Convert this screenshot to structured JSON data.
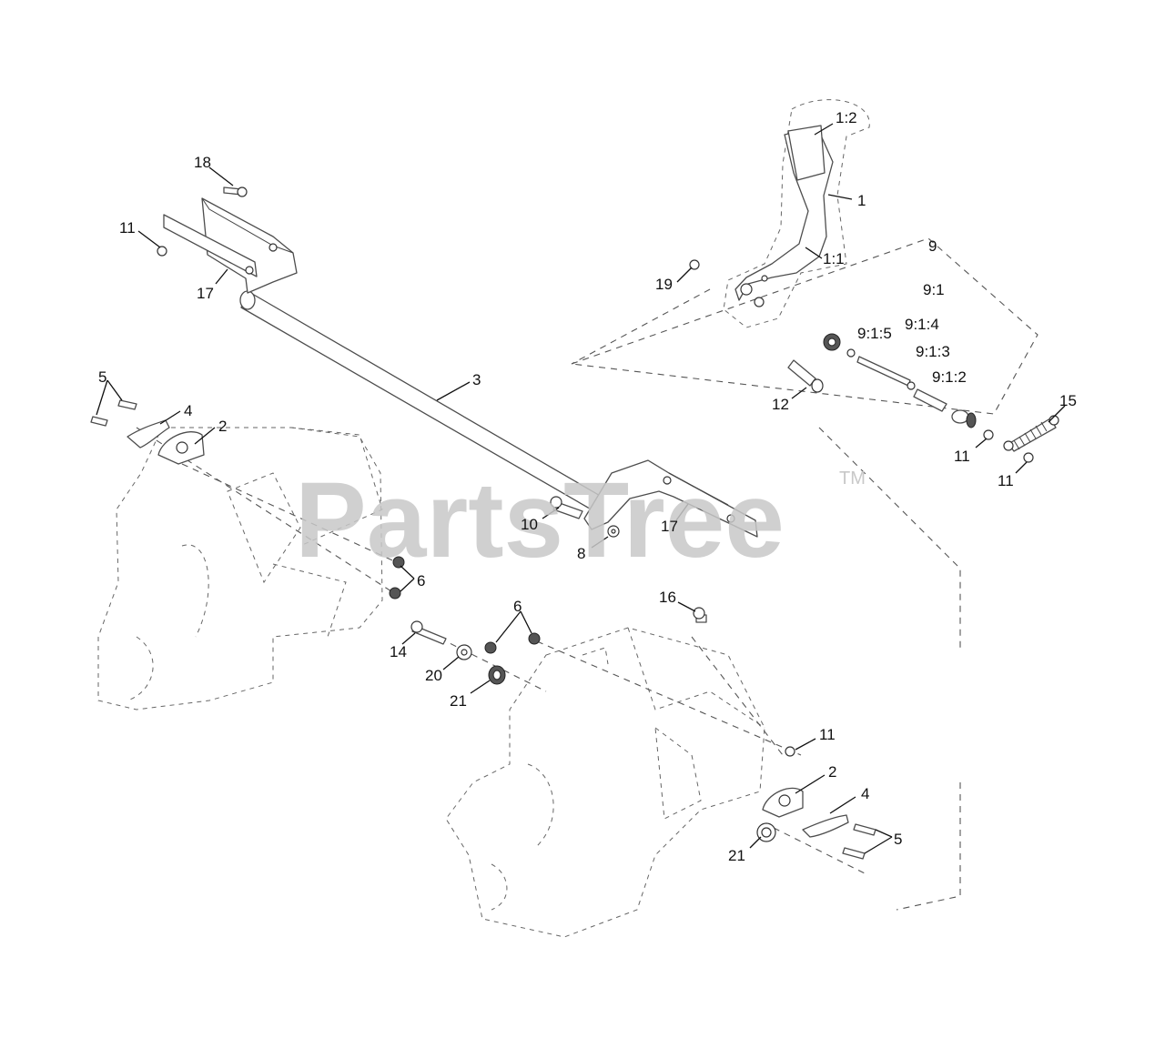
{
  "watermark": {
    "text": "PartsTree",
    "trademark": "TM"
  },
  "callouts": {
    "c1_2": "1:2",
    "c1": "1",
    "c1_1": "1:1",
    "c9": "9",
    "c9_1": "9:1",
    "c9_1_5": "9:1:5",
    "c9_1_4": "9:1:4",
    "c9_1_3": "9:1:3",
    "c9_1_2": "9:1:2",
    "c19": "19",
    "c12": "12",
    "c15": "15",
    "c11_a": "11",
    "c11_b": "11",
    "c11_c": "11",
    "c11_d": "11",
    "c18": "18",
    "c17_a": "17",
    "c17_b": "17",
    "c3": "3",
    "c5_a": "5",
    "c5_b": "5",
    "c4_a": "4",
    "c4_b": "4",
    "c2_a": "2",
    "c2_b": "2",
    "c10": "10",
    "c8": "8",
    "c6_a": "6",
    "c6_b": "6",
    "c16": "16",
    "c14": "14",
    "c20": "20",
    "c21_a": "21",
    "c21_b": "21"
  }
}
